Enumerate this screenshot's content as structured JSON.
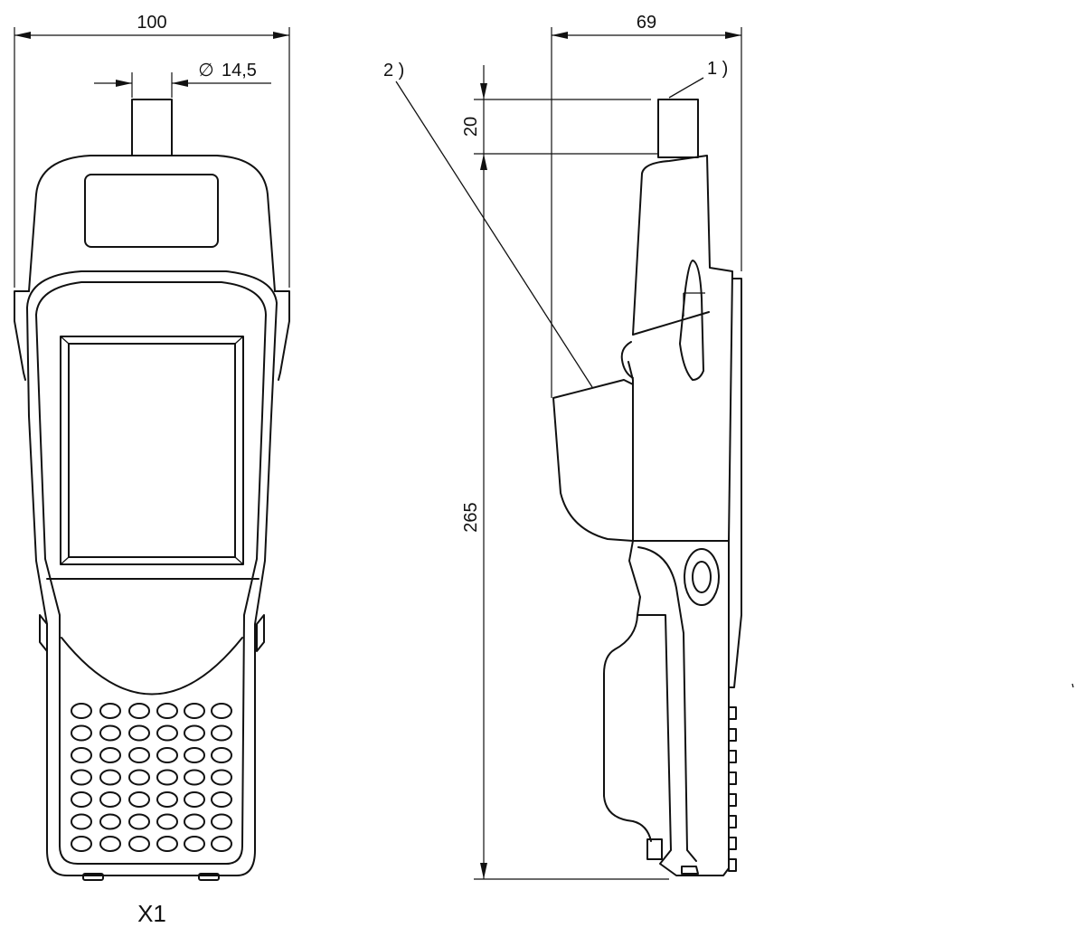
{
  "front_view": {
    "width_dim": "100",
    "diameter_symbol": "∅",
    "diameter_dim": "14,5",
    "view_label": "X1"
  },
  "side_view": {
    "depth_dim": "69",
    "antenna_height_dim": "20",
    "body_height_dim": "265",
    "callout_1": "1 )",
    "callout_2": "2 )"
  }
}
